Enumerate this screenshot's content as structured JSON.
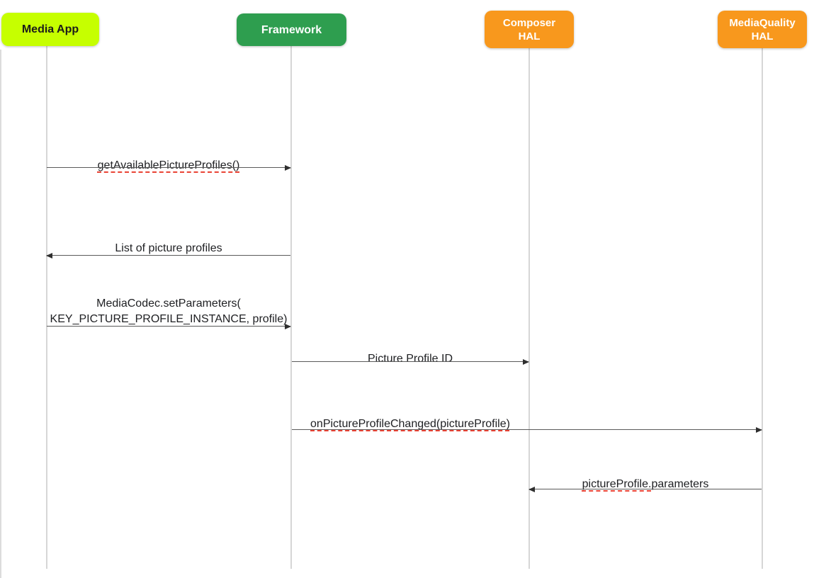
{
  "diagram": {
    "type": "sequence-diagram",
    "actors": [
      {
        "id": "media-app",
        "label": "Media App",
        "fill": "#c6ff00",
        "text_color": "#1b1b1b"
      },
      {
        "id": "framework",
        "label": "Framework",
        "fill": "#2e9e4f",
        "text_color": "#ffffff"
      },
      {
        "id": "composer-hal",
        "label": "Composer\nHAL",
        "fill": "#f8981d",
        "text_color": "#ffffff"
      },
      {
        "id": "mediaquality-hal",
        "label": "MediaQuality\nHAL",
        "fill": "#f8981d",
        "text_color": "#ffffff"
      }
    ],
    "messages": [
      {
        "from": "Media App",
        "to": "Framework",
        "direction": "right",
        "label": "getAvailablePictureProfiles()",
        "spellcheck_underline": "full"
      },
      {
        "from": "Framework",
        "to": "Media App",
        "direction": "left",
        "label": "List of picture profiles",
        "spellcheck_underline": "none"
      },
      {
        "from": "Media App",
        "to": "Framework",
        "direction": "right",
        "label": "MediaCodec.setParameters(\nKEY_PICTURE_PROFILE_INSTANCE, profile)",
        "spellcheck_underline": "none"
      },
      {
        "from": "Framework",
        "to": "Composer HAL",
        "direction": "right",
        "label": "Picture Profile ID",
        "spellcheck_underline": "none"
      },
      {
        "from": "Framework",
        "to": "MediaQuality HAL",
        "direction": "right",
        "label": "onPictureProfileChanged(pictureProfile)",
        "spellcheck_underline": "full"
      },
      {
        "from": "MediaQuality HAL",
        "to": "Composer HAL",
        "direction": "left",
        "label": "pictureProfile.parameters",
        "label_underlined_part": "pictureProfile.",
        "label_plain_part": "parameters",
        "spellcheck_underline": "partial"
      }
    ],
    "colors": {
      "lifeline": "#d6d6d6",
      "arrow": "#5a5a5a",
      "message_text": "#202124",
      "spellcheck_red": "#e94335"
    }
  }
}
